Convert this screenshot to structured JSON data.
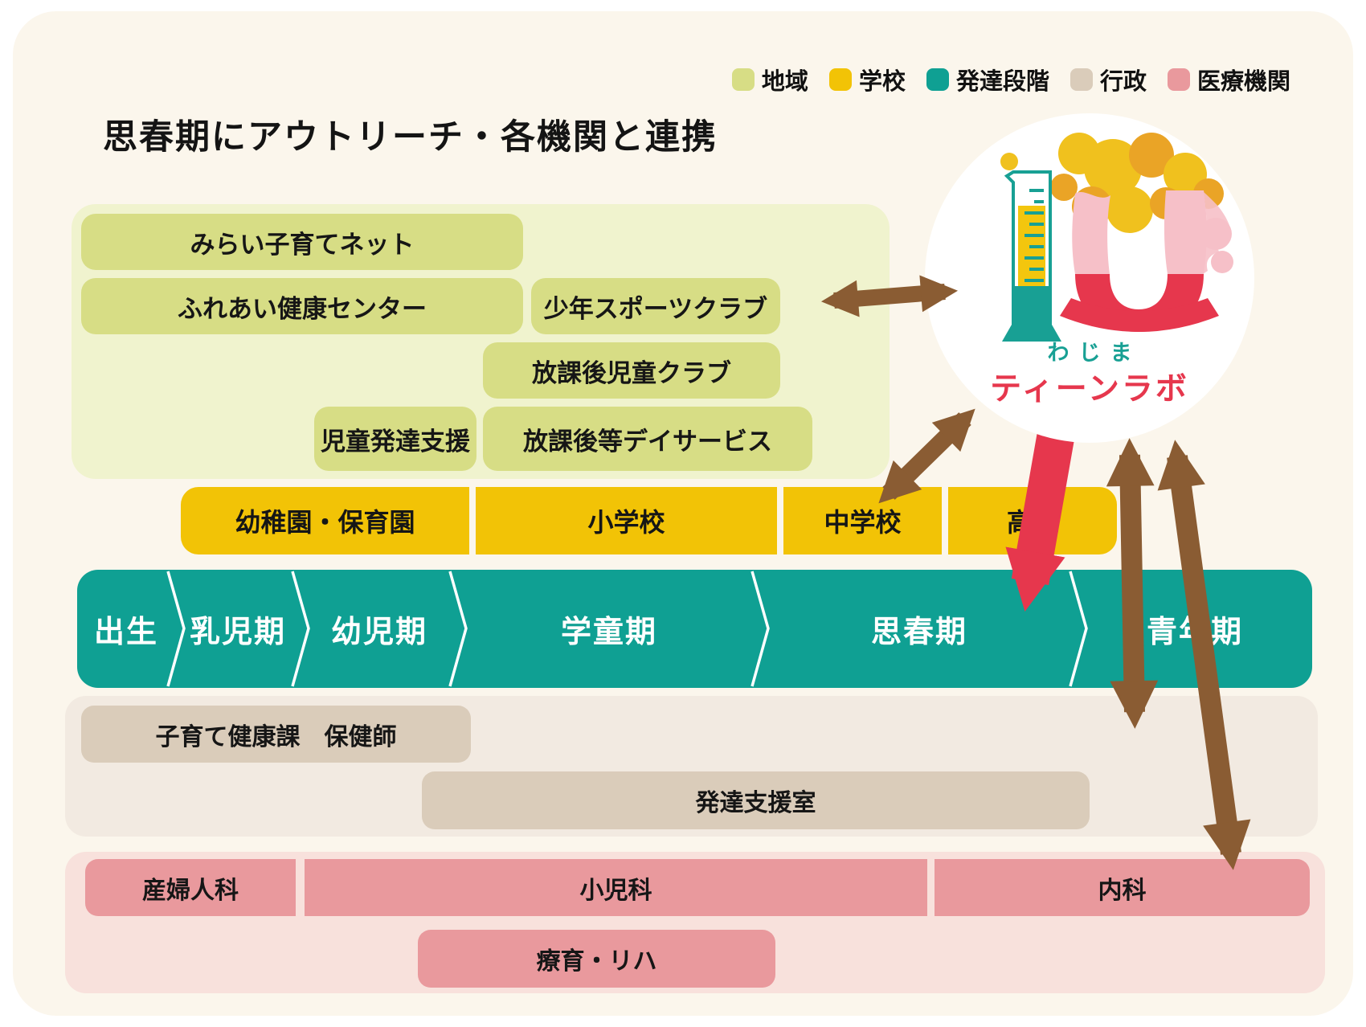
{
  "title": "思春期にアウトリーチ・各機関と連携",
  "legend": {
    "items": [
      {
        "label": "地域",
        "color": "#D7DD85"
      },
      {
        "label": "学校",
        "color": "#F2C306"
      },
      {
        "label": "発達段階",
        "color": "#0FA093"
      },
      {
        "label": "行政",
        "color": "#DACCBA"
      },
      {
        "label": "医療機関",
        "color": "#E9999D"
      }
    ]
  },
  "community": {
    "boxes": [
      {
        "label": "みらい子育てネット"
      },
      {
        "label": "ふれあい健康センター"
      },
      {
        "label": "少年スポーツクラブ"
      },
      {
        "label": "放課後児童クラブ"
      },
      {
        "label": "児童発達支援"
      },
      {
        "label": "放課後等デイサービス"
      }
    ]
  },
  "school": {
    "boxes": [
      {
        "label": "幼稚園・保育園"
      },
      {
        "label": "小学校"
      },
      {
        "label": "中学校"
      },
      {
        "label": "高校"
      }
    ]
  },
  "stages": {
    "labels": [
      {
        "label": "出生"
      },
      {
        "label": "乳児期"
      },
      {
        "label": "幼児期"
      },
      {
        "label": "学童期"
      },
      {
        "label": "思春期"
      },
      {
        "label": "青年期"
      }
    ]
  },
  "government": {
    "boxes": [
      {
        "label": "子育て健康課　保健師"
      },
      {
        "label": "発達支援室"
      }
    ]
  },
  "medical": {
    "boxes": [
      {
        "label": "産婦人科"
      },
      {
        "label": "小児科"
      },
      {
        "label": "内科"
      },
      {
        "label": "療育・リハ"
      }
    ]
  },
  "logo": {
    "place": "わじま",
    "name": "ティーンラボ"
  },
  "colors": {
    "background": "#FBF6EC",
    "community": "#D7DD85",
    "community_area": "#F0F3CE",
    "school": "#F2C306",
    "stage": "#0FA093",
    "government": "#DACCBA",
    "government_area": "#F2EAE1",
    "medical": "#E9999D",
    "medical_area": "#F8E1DC",
    "arrow_brown": "#8A5C33",
    "arrow_red": "#E6374D",
    "logo_teal": "#18A094",
    "logo_yellow": "#F0C11E",
    "logo_orange": "#EAA426",
    "logo_pink": "#F6C0C8",
    "logo_red": "#E6374D",
    "text": "#141414"
  }
}
